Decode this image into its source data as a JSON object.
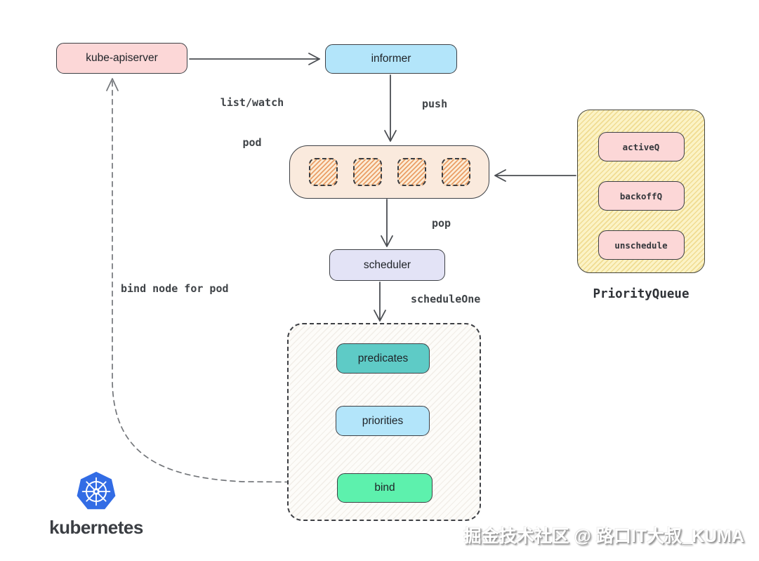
{
  "diagram": {
    "nodes": {
      "kube_apiserver": {
        "label": "kube-apiserver"
      },
      "informer": {
        "label": "informer"
      },
      "pod_queue": {
        "slot_count": 4
      },
      "scheduler": {
        "label": "scheduler"
      },
      "predicates": {
        "label": "predicates"
      },
      "priorities": {
        "label": "priorities"
      },
      "bind": {
        "label": "bind"
      },
      "priority_queue": {
        "caption": "PriorityQueue",
        "sub_queues": [
          "activeQ",
          "backoffQ",
          "unschedule"
        ]
      }
    },
    "edge_labels": {
      "list_watch_line1": "list/watch",
      "list_watch_line2": "pod",
      "push": "push",
      "pop": "pop",
      "schedule_one": "scheduleOne",
      "bind_node_for_pod": "bind node for pod"
    }
  },
  "branding": {
    "logo_text": "kubernetes"
  },
  "watermark": "掘金技术社区 @ 路口IT大叔_KUMA",
  "colors": {
    "pink": "#fcd7d7",
    "light_blue": "#b3e5fa",
    "beige": "#faeadd",
    "hatch_orange": "#ea9e66",
    "pale_yellow": "#fcf3c6",
    "hatch_yellow": "#f0dc92",
    "lavender": "#e3e3f6",
    "teal": "#5ecbc6",
    "mint": "#5df1ad",
    "kubernetes_blue": "#326ce5",
    "arrow": "#4a4d52"
  }
}
